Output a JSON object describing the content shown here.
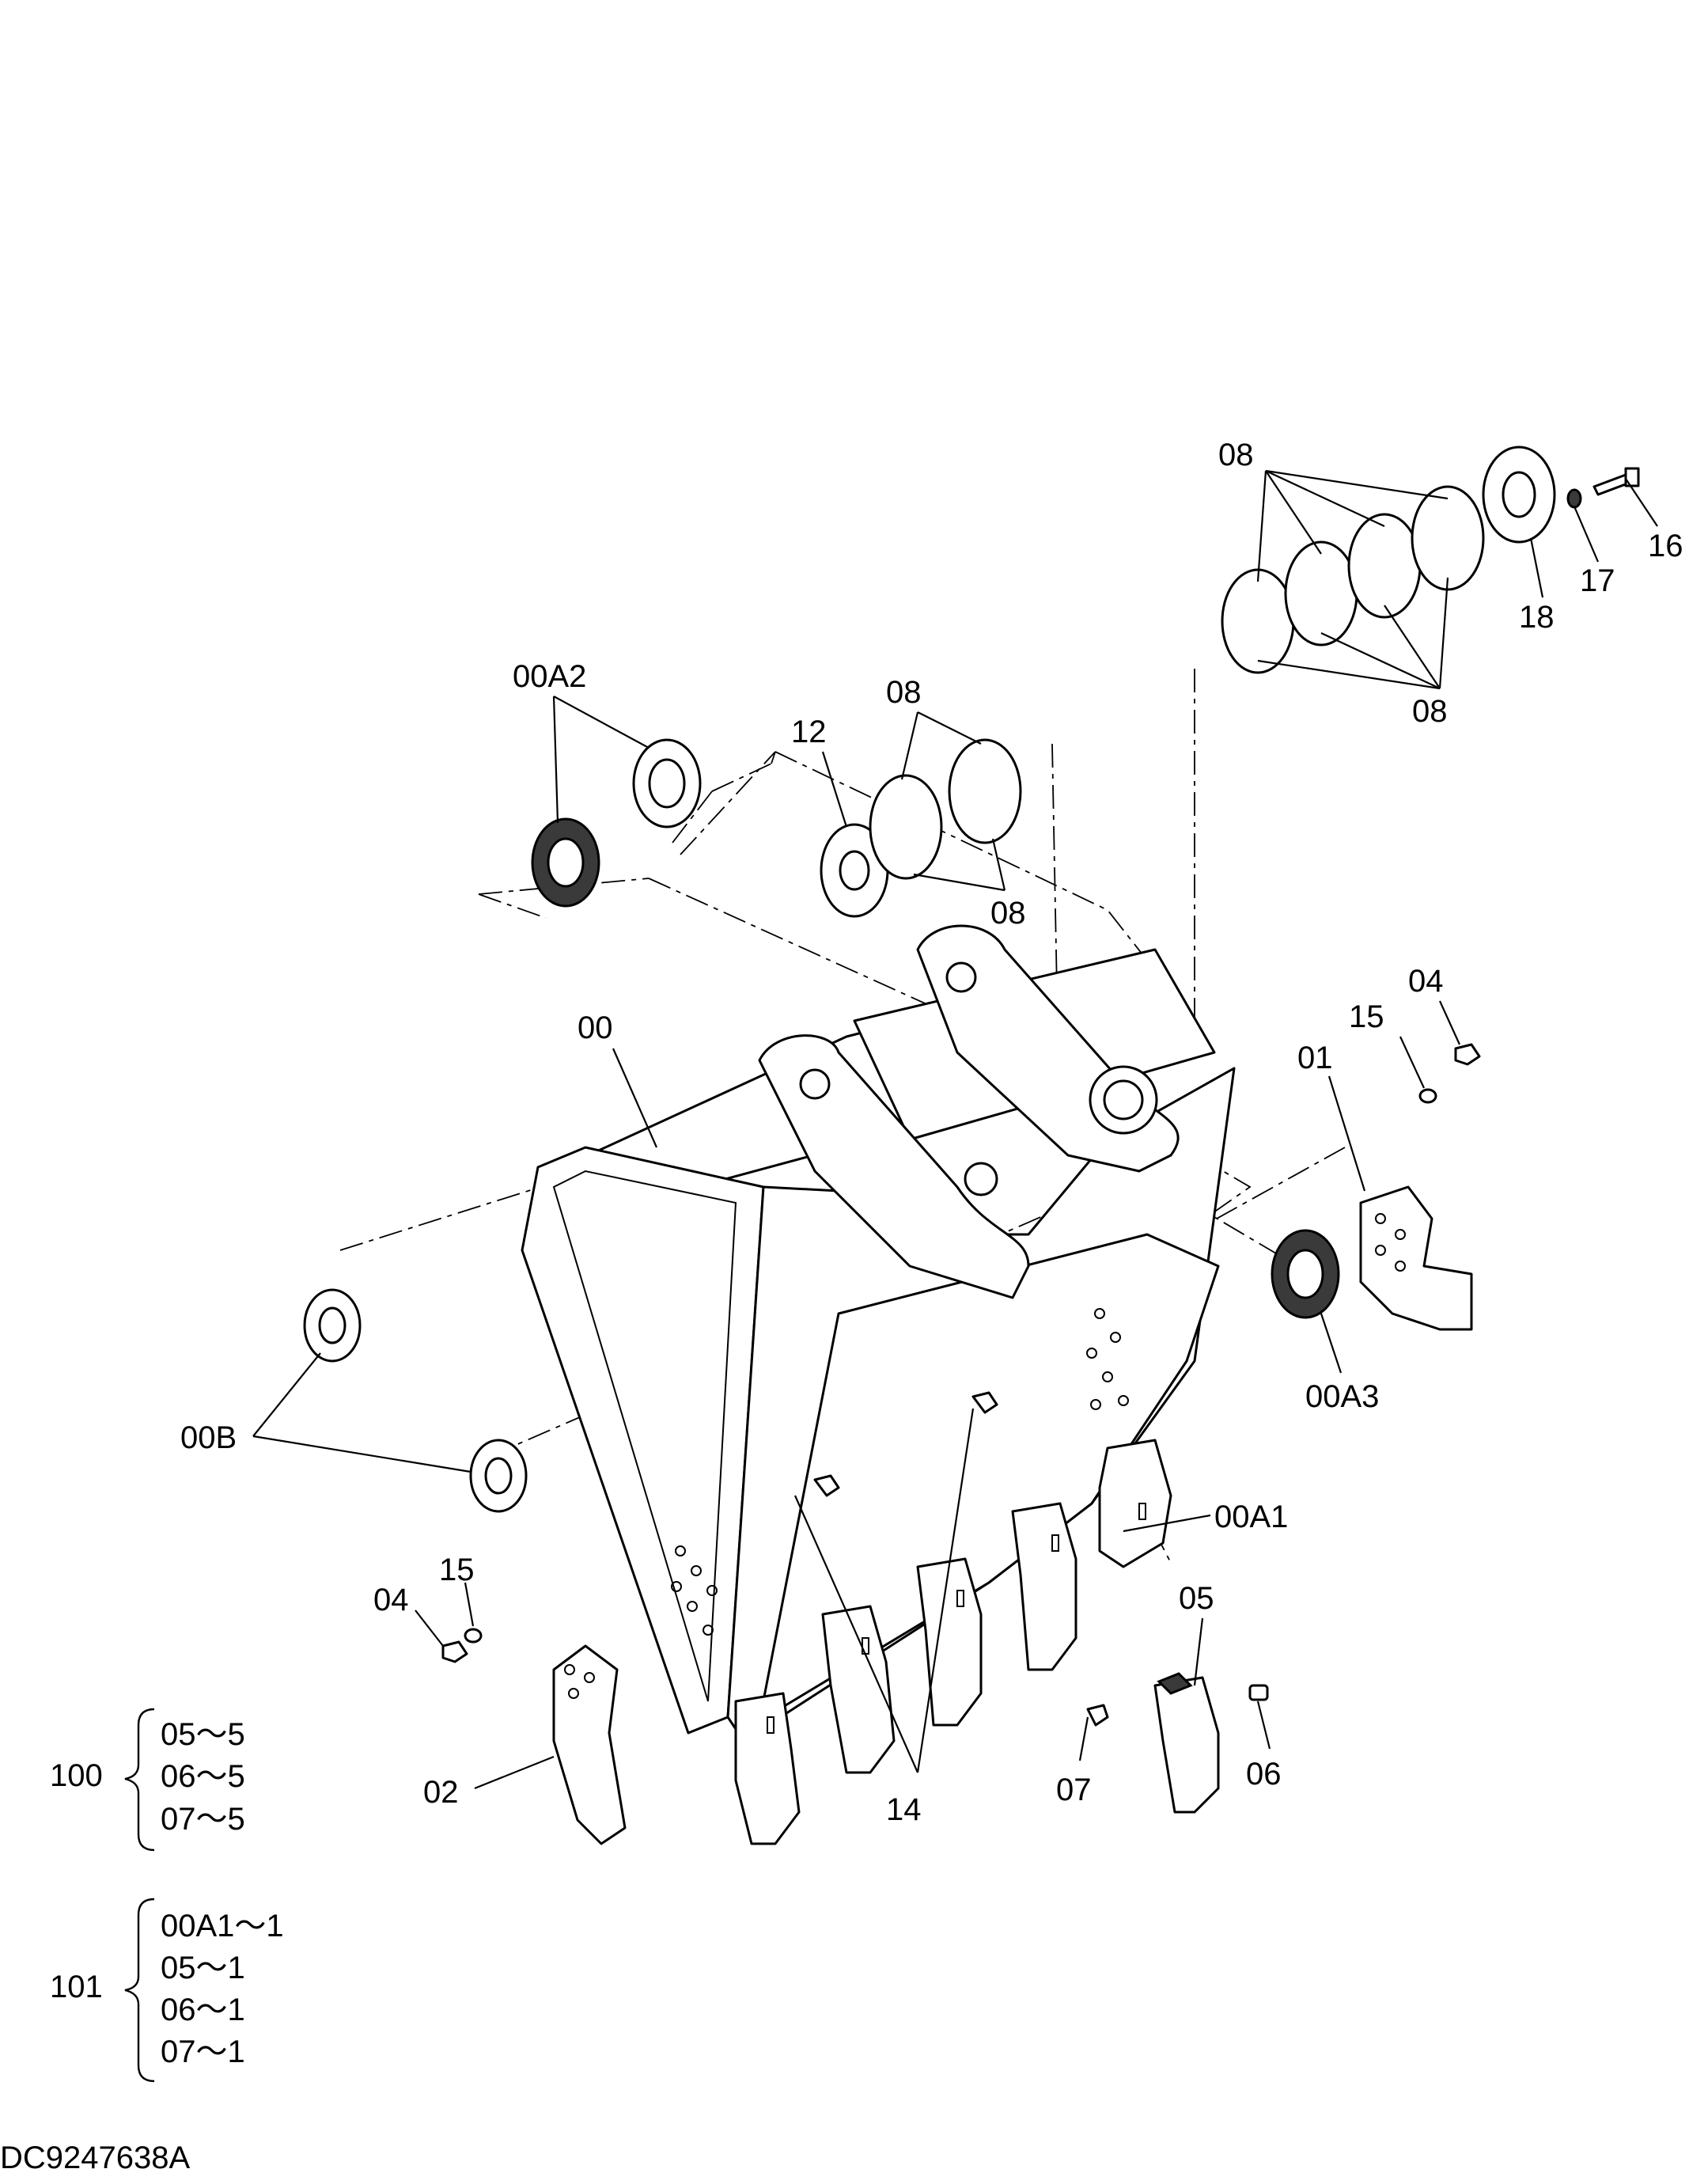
{
  "drawing_id": "DC9247638A",
  "callouts": {
    "c08_top": "08",
    "c08_right": "08",
    "c08_mid_top": "08",
    "c08_mid_bottom": "08",
    "c16": "16",
    "c17": "17",
    "c18": "18",
    "c00A2": "00A2",
    "c12": "12",
    "c00": "00",
    "c04_right": "04",
    "c15_right": "15",
    "c01": "01",
    "c00A3": "00A3",
    "c00B": "00B",
    "c00A1": "00A1",
    "c04_left": "04",
    "c15_left": "15",
    "c05": "05",
    "c02": "02",
    "c14": "14",
    "c07": "07",
    "c06": "06"
  },
  "kits": [
    {
      "number": "100",
      "items": [
        "05～5",
        "06～5",
        "07～5"
      ]
    },
    {
      "number": "101",
      "items": [
        "00A1～1",
        "05～1",
        "06～1",
        "07～1"
      ]
    }
  ]
}
